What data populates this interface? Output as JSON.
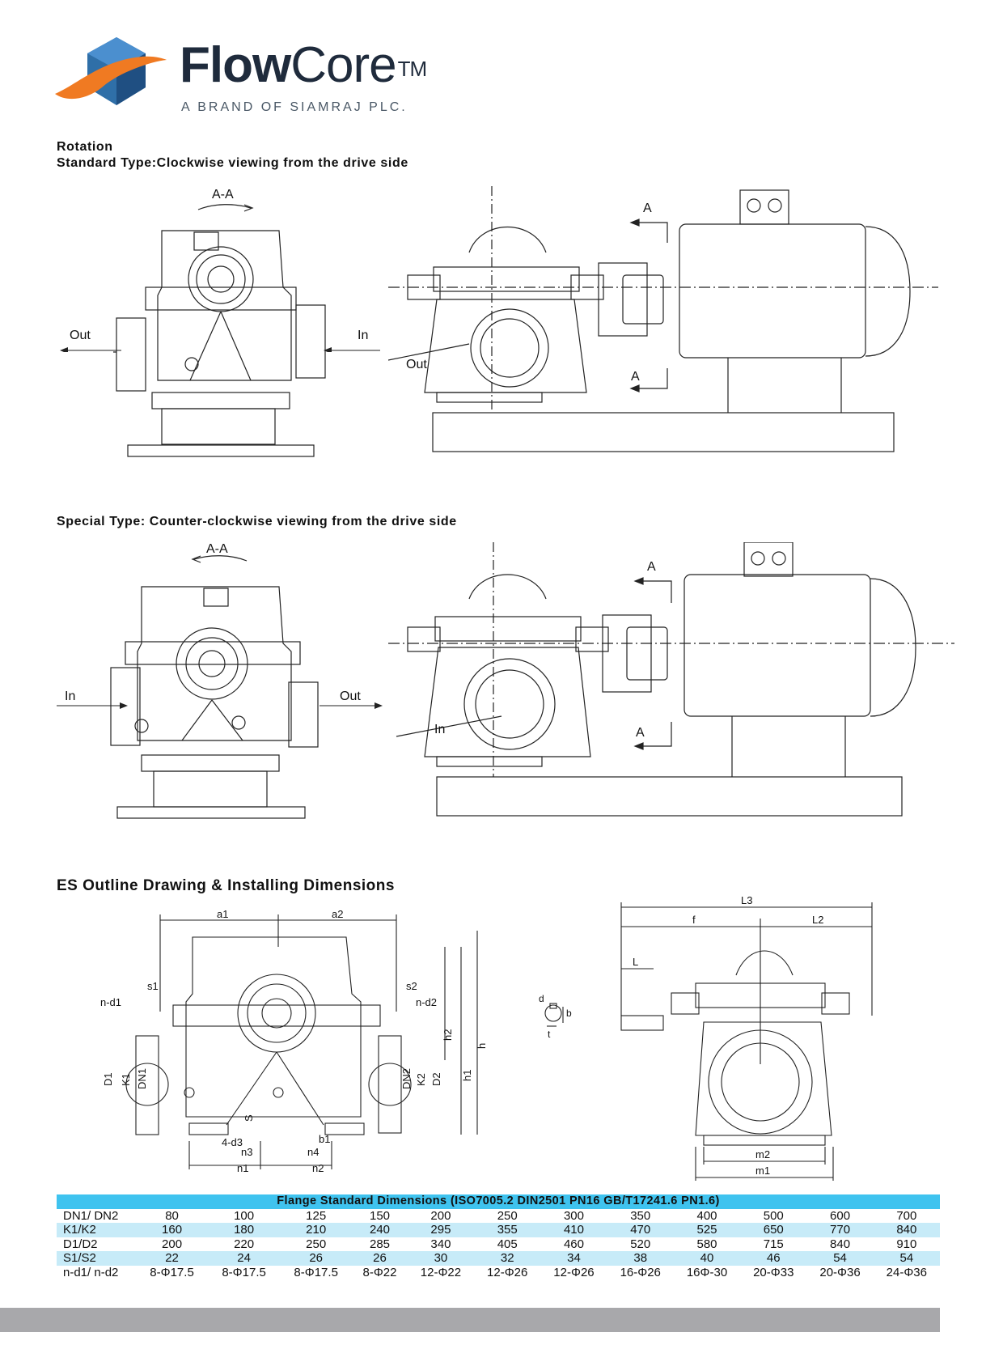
{
  "brand": {
    "name_bold": "Flow",
    "name_regular": "Core",
    "trademark": "TM",
    "tagline": "A BRAND OF SIAMRAJ PLC."
  },
  "rotation": {
    "title": "Rotation",
    "standard_title": "Standard Type:Clockwise viewing from the drive side",
    "special_title": "Special Type: Counter-clockwise viewing from the drive side"
  },
  "drawing_labels": {
    "section": "A-A",
    "a": "A",
    "out": "Out",
    "in": "In"
  },
  "outline": {
    "title": "ES Outline Drawing & Installing Dimensions",
    "dims": {
      "a1": "a1",
      "a2": "a2",
      "s1": "s1",
      "s2": "s2",
      "nd1": "n-d1",
      "nd2": "n-d2",
      "D1": "D1",
      "K1": "K1",
      "DN1": "DN1",
      "DN2": "DN2",
      "K2": "K2",
      "D2": "D2",
      "h": "h",
      "h1": "h1",
      "h2": "h2",
      "S": "S",
      "d3": "4-d3",
      "b1": "b1",
      "n1": "n1",
      "n2": "n2",
      "n3": "n3",
      "n4": "n4",
      "L3": "L3",
      "f": "f",
      "L2": "L2",
      "L": "L",
      "m1": "m1",
      "m2": "m2",
      "d": "d",
      "b": "b",
      "t": "t"
    }
  },
  "flange_table": {
    "title": "Flange Standard Dimensions (ISO7005.2    DIN2501 PN16    GB/T17241.6 PN1.6)",
    "rows": [
      {
        "label": "DN1/ DN2",
        "values": [
          "80",
          "100",
          "125",
          "150",
          "200",
          "250",
          "300",
          "350",
          "400",
          "500",
          "600",
          "700"
        ]
      },
      {
        "label": "K1/K2",
        "values": [
          "160",
          "180",
          "210",
          "240",
          "295",
          "355",
          "410",
          "470",
          "525",
          "650",
          "770",
          "840"
        ]
      },
      {
        "label": "D1/D2",
        "values": [
          "200",
          "220",
          "250",
          "285",
          "340",
          "405",
          "460",
          "520",
          "580",
          "715",
          "840",
          "910"
        ]
      },
      {
        "label": "S1/S2",
        "values": [
          "22",
          "24",
          "26",
          "26",
          "30",
          "32",
          "34",
          "38",
          "40",
          "46",
          "54",
          "54"
        ]
      },
      {
        "label": "n-d1/ n-d2",
        "values": [
          "8-Φ17.5",
          "8-Φ17.5",
          "8-Φ17.5",
          "8-Φ22",
          "12-Φ22",
          "12-Φ26",
          "12-Φ26",
          "16-Φ26",
          "16Φ-30",
          "20-Φ33",
          "20-Φ36",
          "24-Φ36"
        ]
      }
    ]
  },
  "colors": {
    "table_header": "#3fc3ef",
    "table_shade": "#c7ebf8",
    "logo_blue": "#2f6fa8",
    "logo_orange": "#f07a22",
    "footer_bar": "#a8a8ab"
  }
}
